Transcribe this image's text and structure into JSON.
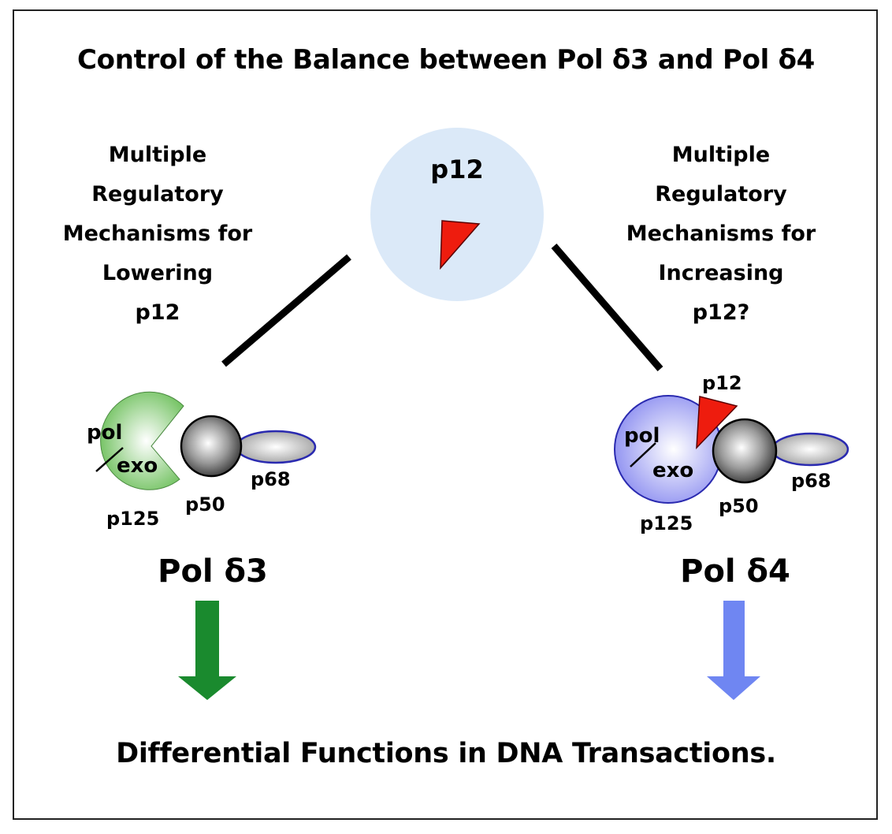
{
  "title": "Control  of the Balance between  Pol δ3 and  Pol δ4",
  "center": {
    "label": "p12"
  },
  "left": {
    "regulation_lines": [
      "Multiple",
      "Regulatory",
      "Mechanisms for",
      "Lowering",
      "p12"
    ],
    "subunits": {
      "catalytic": "p125",
      "catalytic_top": "pol",
      "catalytic_bottom": "exo",
      "p50": "p50",
      "p68": "p68"
    },
    "enzyme_name": "Pol δ3",
    "color": "#6cbf5a",
    "arrow_color": "#1a8a2e"
  },
  "right": {
    "regulation_lines": [
      "Multiple",
      "Regulatory",
      "Mechanisms for",
      "Increasing",
      "p12?"
    ],
    "subunits": {
      "catalytic": "p125",
      "catalytic_top": "pol",
      "catalytic_bottom": "exo",
      "p50": "p50",
      "p68": "p68",
      "p12": "p12"
    },
    "enzyme_name": "Pol δ4",
    "color": "#8a8cf0",
    "arrow_color": "#6f86f2"
  },
  "footer": "Differential Functions in DNA Transactions."
}
